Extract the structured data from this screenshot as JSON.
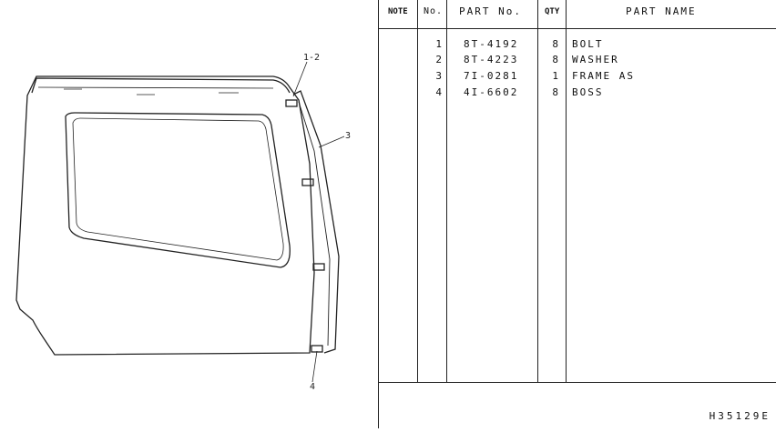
{
  "callouts": {
    "c1": "1-2",
    "c2": "3",
    "c3": "4"
  },
  "table": {
    "headers": {
      "note": "NOTE",
      "no": "No.",
      "part_no": "PART  No.",
      "qty": "QTY",
      "part_name": "PART  NAME"
    },
    "rows": [
      {
        "no": "1",
        "part_no": "8T-4192",
        "qty": "8",
        "name": "BOLT"
      },
      {
        "no": "2",
        "part_no": "8T-4223",
        "qty": "8",
        "name": "WASHER"
      },
      {
        "no": "3",
        "part_no": "7I-0281",
        "qty": "1",
        "name": "FRAME AS"
      },
      {
        "no": "4",
        "part_no": "4I-6602",
        "qty": "8",
        "name": "BOSS"
      }
    ]
  },
  "drawing_code": "H35129E"
}
